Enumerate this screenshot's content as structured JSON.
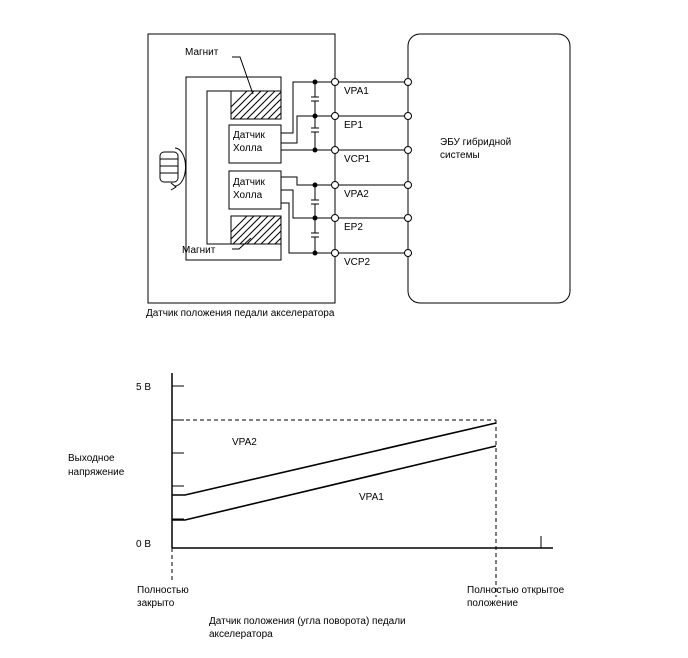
{
  "circuit": {
    "magnet_top": "Магнит",
    "magnet_bottom": "Магнит",
    "hall1_line1": "Датчик",
    "hall1_line2": "Холла",
    "hall2_line1": "Датчик",
    "hall2_line2": "Холла",
    "terminals": [
      "VPA1",
      "EP1",
      "VCP1",
      "VPA2",
      "EP2",
      "VCP2"
    ],
    "ecu_line1": "ЭБУ гибридной",
    "ecu_line2": "системы",
    "sensor_caption": "Датчик положения педали акселератора"
  },
  "chart_data": {
    "type": "line",
    "ylabel_line1": "Выходное",
    "ylabel_line2": "напряжение",
    "y_top_label": "5 В",
    "y_zero_label": "0 В",
    "x_start_line1": "Полностью",
    "x_start_line2": "закрыто",
    "x_end_line1": "Полностью открытое",
    "x_end_line2": "положение",
    "xlabel_line1": "Датчик положения (угла поворота) педали",
    "xlabel_line2": "акселератора",
    "series": [
      {
        "name": "VPA2"
      },
      {
        "name": "VPA1"
      }
    ]
  }
}
